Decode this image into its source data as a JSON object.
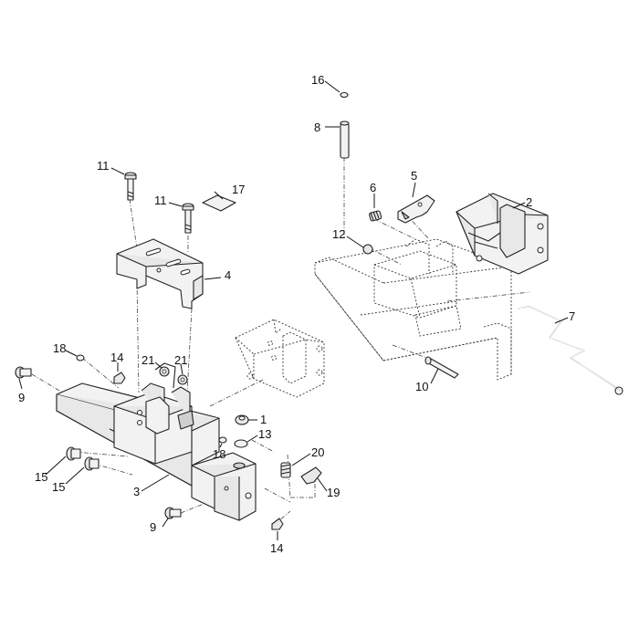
{
  "colors": {
    "background": "#ffffff",
    "line": "#222222",
    "fill": "#e8e8e8"
  },
  "callouts": [
    {
      "id": "16a",
      "label": "16"
    },
    {
      "id": "8a",
      "label": "8"
    },
    {
      "id": "6a",
      "label": "6"
    },
    {
      "id": "5a",
      "label": "5"
    },
    {
      "id": "2a",
      "label": "2"
    },
    {
      "id": "12a",
      "label": "12"
    },
    {
      "id": "7a",
      "label": "7"
    },
    {
      "id": "10a",
      "label": "10"
    },
    {
      "id": "11a",
      "label": "11"
    },
    {
      "id": "11b",
      "label": "11"
    },
    {
      "id": "17a",
      "label": "17"
    },
    {
      "id": "4a",
      "label": "4"
    },
    {
      "id": "18a",
      "label": "18"
    },
    {
      "id": "14a",
      "label": "14"
    },
    {
      "id": "21a",
      "label": "21"
    },
    {
      "id": "21b",
      "label": "21"
    },
    {
      "id": "9a",
      "label": "9"
    },
    {
      "id": "1a",
      "label": "1"
    },
    {
      "id": "13a",
      "label": "13"
    },
    {
      "id": "18b",
      "label": "18"
    },
    {
      "id": "20a",
      "label": "20"
    },
    {
      "id": "19a",
      "label": "19"
    },
    {
      "id": "15a",
      "label": "15"
    },
    {
      "id": "15b",
      "label": "15"
    },
    {
      "id": "3a",
      "label": "3"
    },
    {
      "id": "9b",
      "label": "9"
    },
    {
      "id": "14b",
      "label": "14"
    }
  ]
}
